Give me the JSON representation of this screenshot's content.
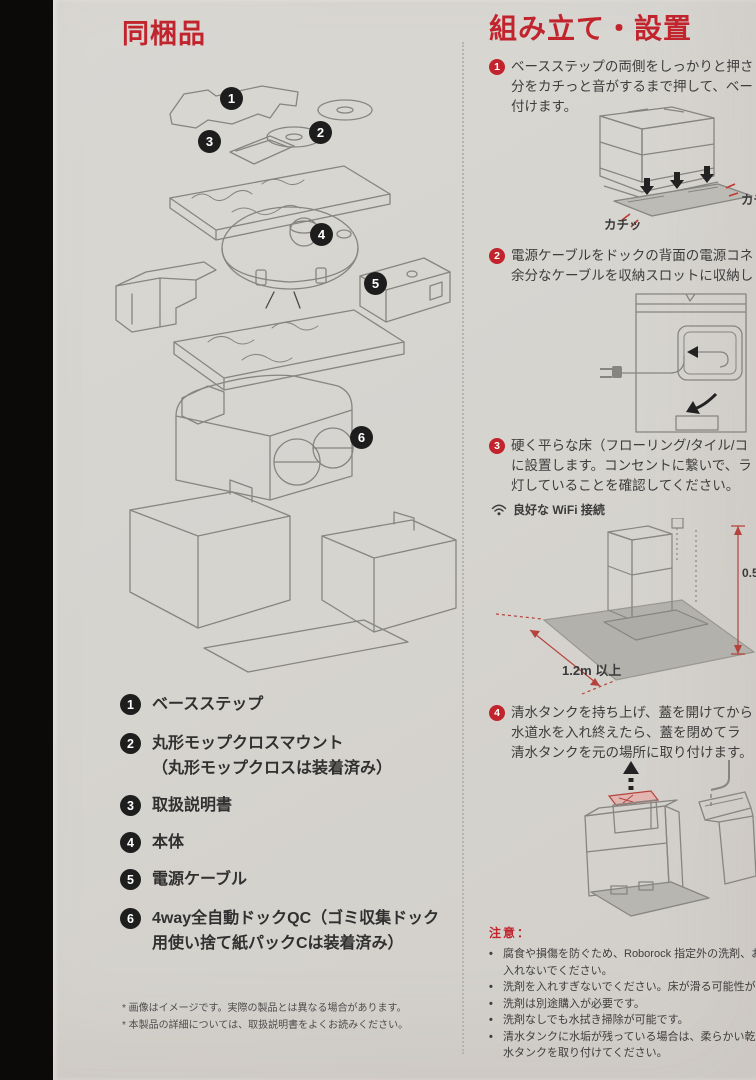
{
  "left_column": {
    "title": "同梱品",
    "items": [
      {
        "num": "1",
        "label": "ベースステップ"
      },
      {
        "num": "2",
        "label": "丸形モップクロスマウント",
        "label2": "（丸形モップクロスは装着済み）"
      },
      {
        "num": "3",
        "label": "取扱説明書"
      },
      {
        "num": "4",
        "label": "本体"
      },
      {
        "num": "5",
        "label": "電源ケーブル"
      },
      {
        "num": "6",
        "label": "4way全自動ドックQC（ゴミ収集ドック",
        "label2": "用使い捨て紙パックCは装着済み）"
      }
    ],
    "footnotes": [
      "* 画像はイメージです。実際の製品とは異なる場合があります。",
      "* 本製品の詳細については、取扱説明書をよくお読みください。"
    ]
  },
  "right_column": {
    "title": "組み立て・設置",
    "steps": [
      {
        "num": "1",
        "lines": [
          "ベースステップの両側をしっかりと押さ",
          "分をカチっと音がするまで押して、ベー",
          "付けます。"
        ]
      },
      {
        "num": "2",
        "lines": [
          "電源ケーブルをドックの背面の電源コネ",
          "余分なケーブルを収納スロットに収納し"
        ]
      },
      {
        "num": "3",
        "lines": [
          "硬く平らな床（フローリング/タイル/コ",
          "に設置します。コンセントに繋いで、ラ",
          "灯していることを確認してください。"
        ]
      },
      {
        "num": "4",
        "lines": [
          "清水タンクを持ち上げ、蓋を開けてから",
          "水道水を入れ終えたら、蓋を閉めてラ",
          "清水タンクを元の場所に取り付けます。"
        ]
      }
    ],
    "wifi_note": "良好な WiFi 接続",
    "diagram_labels": {
      "click1": "カチッ",
      "click2": "カチ",
      "clearance_width": "1.2m 以上",
      "clearance_height": "0.5"
    },
    "notice": {
      "title": "注意：",
      "bullet": "•",
      "items": [
        {
          "lines": [
            "腐食や損傷を防ぐため、Roborock 指定外の洗剤、お",
            "入れないでください。"
          ]
        },
        {
          "lines": [
            "洗剤を入れすぎないでください。床が滑る可能性が"
          ]
        },
        {
          "lines": [
            "洗剤は別途購入が必要です。"
          ]
        },
        {
          "lines": [
            "洗剤なしでも水拭き掃除が可能です。"
          ]
        },
        {
          "lines": [
            "清水タンクに水垢が残っている場合は、柔らかい乾",
            "水タンクを取り付けてください。"
          ]
        }
      ]
    }
  },
  "colors": {
    "accent_red": "#c2242d",
    "page_bg": "#d6d4cf",
    "ink": "#3d3d3d",
    "line_art": "#878581",
    "mat_gray": "#b3b1ac",
    "photo_edge_black": "#0b0a09"
  }
}
